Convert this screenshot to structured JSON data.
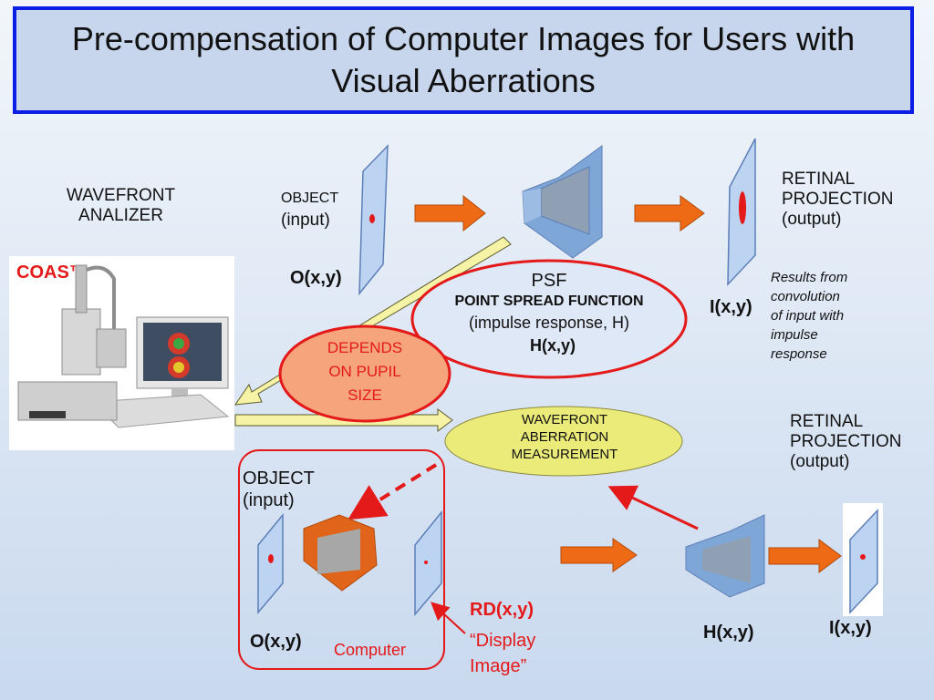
{
  "title": "Pre-compensation of Computer Images for Users with Visual Aberrations",
  "wavefront_analyzer": {
    "line1": "WAVEFRONT",
    "line2": "ANALIZER",
    "logo": "COAS™"
  },
  "top_row": {
    "object_label": "OBJECT",
    "object_sub": "(input)",
    "object_fn": "O(x,y)",
    "retinal_label1": "RETINAL",
    "retinal_label2": "PROJECTION",
    "retinal_sub": "(output)",
    "retinal_fn": "I(x,y)",
    "convolution_note": [
      "Results from",
      "convolution",
      "of input with",
      "impulse",
      "response"
    ]
  },
  "psf": {
    "title": "PSF",
    "subtitle": "POINT SPREAD FUNCTION",
    "desc": "(impulse response, H)",
    "fn": "H(x,y)"
  },
  "pupil": {
    "line1": "DEPENDS",
    "line2": "ON PUPIL",
    "line3": "SIZE"
  },
  "measurement": {
    "line1": "WAVEFRONT",
    "line2": "ABERRATION",
    "line3": "MEASUREMENT"
  },
  "bottom_row": {
    "object_label": "OBJECT",
    "object_sub": "(input)",
    "object_fn": "O(x,y)",
    "computer_label": "Computer",
    "rd_fn": "RD(x,y)",
    "display_image1": "“Display",
    "display_image2": "Image”",
    "h_fn": "H(x,y)",
    "retinal_label1": "RETINAL",
    "retinal_label2": "PROJECTION",
    "retinal_sub": "(output)",
    "retinal_fn": "I(x,y)"
  },
  "colors": {
    "title_border": "#0b1ee6",
    "title_bg": "#c7d6ec",
    "plane_fill": "#bcd3f2",
    "plane_stroke": "#5d7fb8",
    "lens_blue": "#7ea6d6",
    "lens_orange": "#e0651a",
    "arrow_orange": "#ee6a14",
    "red": "#e41919",
    "psf_oval_fill": "#dfe8f6",
    "pupil_oval_fill": "#f6a47c",
    "measurement_fill": "#eaeb79"
  }
}
